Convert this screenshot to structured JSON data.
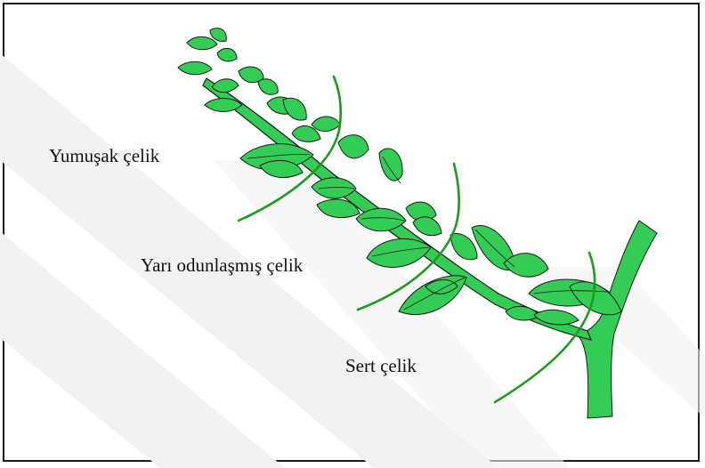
{
  "labels": {
    "soft_cutting": "Yumuşak çelik",
    "semi_hardwood_cutting": "Yarı odunlaşmış çelik",
    "hardwood_cutting": "Sert çelik"
  },
  "colors": {
    "leaf_fill": "#33cc55",
    "leaf_outline": "#1a1a1a",
    "stem_fill": "#33cc55",
    "divider": "#1e9b1e",
    "watermark": "#f3f3f3",
    "border": "#1a1a1a"
  }
}
